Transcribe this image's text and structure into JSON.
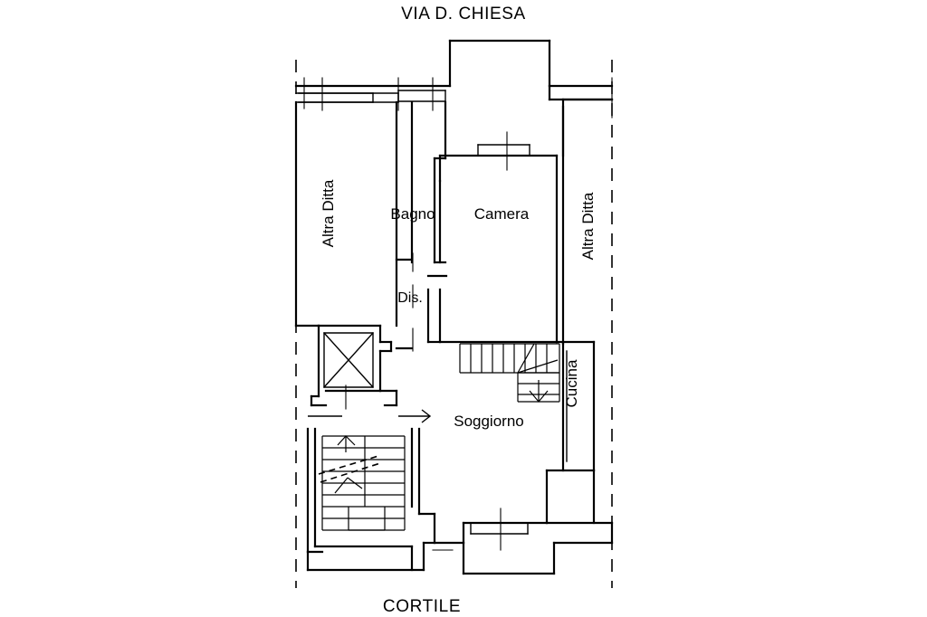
{
  "document": {
    "type": "floor-plan",
    "title_top": "VIA D. CHIESA",
    "title_bottom": "CORTILE",
    "line_color": "#000000",
    "background_color": "#ffffff"
  },
  "labels": {
    "street_top": "VIA D. CHIESA",
    "courtyard_bottom": "CORTILE",
    "neighbor_left": "Altra Ditta",
    "neighbor_right": "Altra Ditta",
    "bathroom": "Bagno",
    "bedroom": "Camera",
    "hallway": "Dis.",
    "kitchen": "Cucina",
    "living_room": "Soggiorno"
  },
  "rooms": [
    {
      "name": "Altra Ditta",
      "id": "altra-ditta-left",
      "orientation": "vertical",
      "side": "left"
    },
    {
      "name": "Bagno",
      "id": "bagno",
      "orientation": "horizontal"
    },
    {
      "name": "Camera",
      "id": "camera",
      "orientation": "horizontal"
    },
    {
      "name": "Dis.",
      "id": "disimpegno",
      "orientation": "horizontal"
    },
    {
      "name": "Soggiorno",
      "id": "soggiorno",
      "orientation": "horizontal"
    },
    {
      "name": "Cucina",
      "id": "cucina",
      "orientation": "vertical"
    },
    {
      "name": "Altra Ditta",
      "id": "altra-ditta-right",
      "orientation": "vertical",
      "side": "right"
    }
  ],
  "features": {
    "entry_arrow": "entrance-direction-arrow",
    "main_stair": "internal-staircase-down",
    "common_stair": "common-staircase-up",
    "shaft": "ventilation-shaft",
    "windows": 5,
    "balcony": "terrace-top"
  }
}
